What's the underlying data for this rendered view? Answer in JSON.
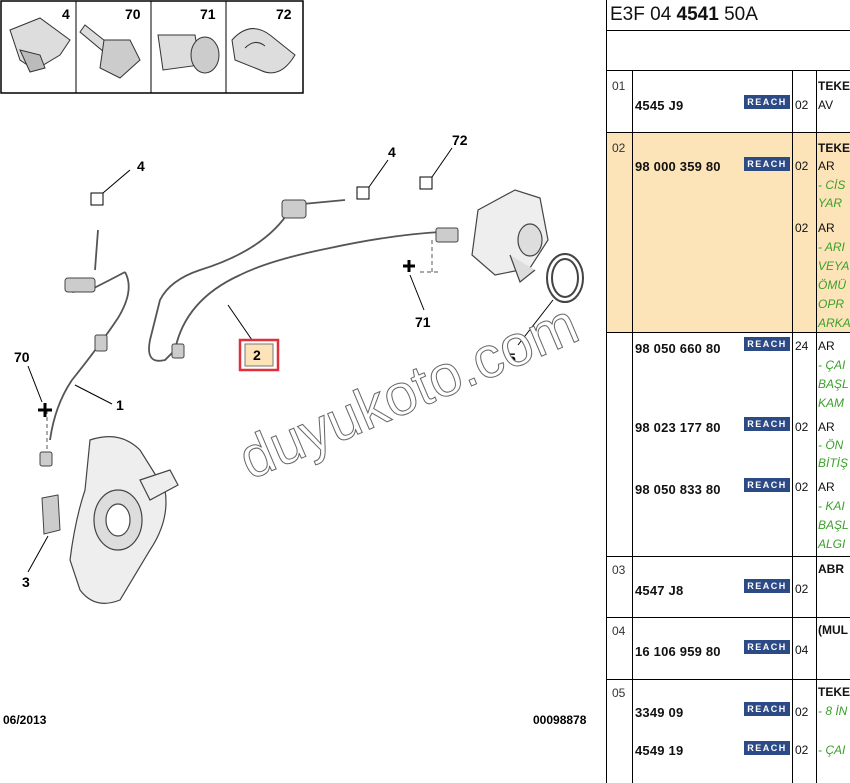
{
  "diagram": {
    "thumbnails": [
      {
        "num": "4"
      },
      {
        "num": "70"
      },
      {
        "num": "71"
      },
      {
        "num": "72"
      }
    ],
    "callouts": {
      "c4a": "4",
      "c4b": "4",
      "c72": "72",
      "c71": "71",
      "c70": "70",
      "c1": "1",
      "c2": "2",
      "c5": "5",
      "c3": "3"
    },
    "watermark": "duyukoto.com",
    "date": "06/2013",
    "ref_code": "00098878"
  },
  "parts": {
    "header_prefix": "E3F 04 ",
    "header_bold": "4541",
    "header_suffix": " 50A",
    "reach_label": "REACH",
    "rows": [
      {
        "idx": "01",
        "ref": "4545 J9",
        "qty": "02",
        "title": "TEKE",
        "lines": [
          "AV"
        ]
      },
      {
        "idx": "02",
        "ref": "98 000 359 80",
        "qty": "02",
        "title": "TEKE",
        "lines": [
          "AR"
        ],
        "notes": [
          "- CİS",
          "YAR"
        ],
        "qty2": "02",
        "lines2": [
          "AR"
        ],
        "notes2": [
          "- ARI",
          "VEYA",
          "ÖMÜ",
          "OPR",
          "ARKA"
        ]
      },
      {
        "ref": "98 050 660 80",
        "qty": "24",
        "lines": [
          "AR"
        ],
        "notes": [
          "- ÇAI",
          "BAŞL",
          "KAM"
        ]
      },
      {
        "ref": "98 023 177 80",
        "qty": "02",
        "lines": [
          "AR"
        ],
        "notes": [
          "- ÖN",
          "BİTİŞ"
        ]
      },
      {
        "ref": "98 050 833 80",
        "qty": "02",
        "lines": [
          "AR"
        ],
        "notes": [
          "- KAI",
          "BAŞL",
          "ALGI"
        ]
      },
      {
        "idx": "03",
        "ref": "4547 J8",
        "qty": "02",
        "title": "ABR"
      },
      {
        "idx": "04",
        "ref": "16 106 959 80",
        "qty": "04",
        "title": "(MUL"
      },
      {
        "idx": "05",
        "ref": "3349 09",
        "qty": "02",
        "title": "TEKE",
        "notes": [
          "- 8 İN"
        ]
      },
      {
        "ref": "4549 19",
        "qty": "02",
        "notes": [
          "- ÇAI"
        ]
      }
    ]
  },
  "colors": {
    "highlight": "#fde3b8",
    "reach": "#2c4a86",
    "note_green": "#3aa12a",
    "callout_red": "#e0303a"
  }
}
